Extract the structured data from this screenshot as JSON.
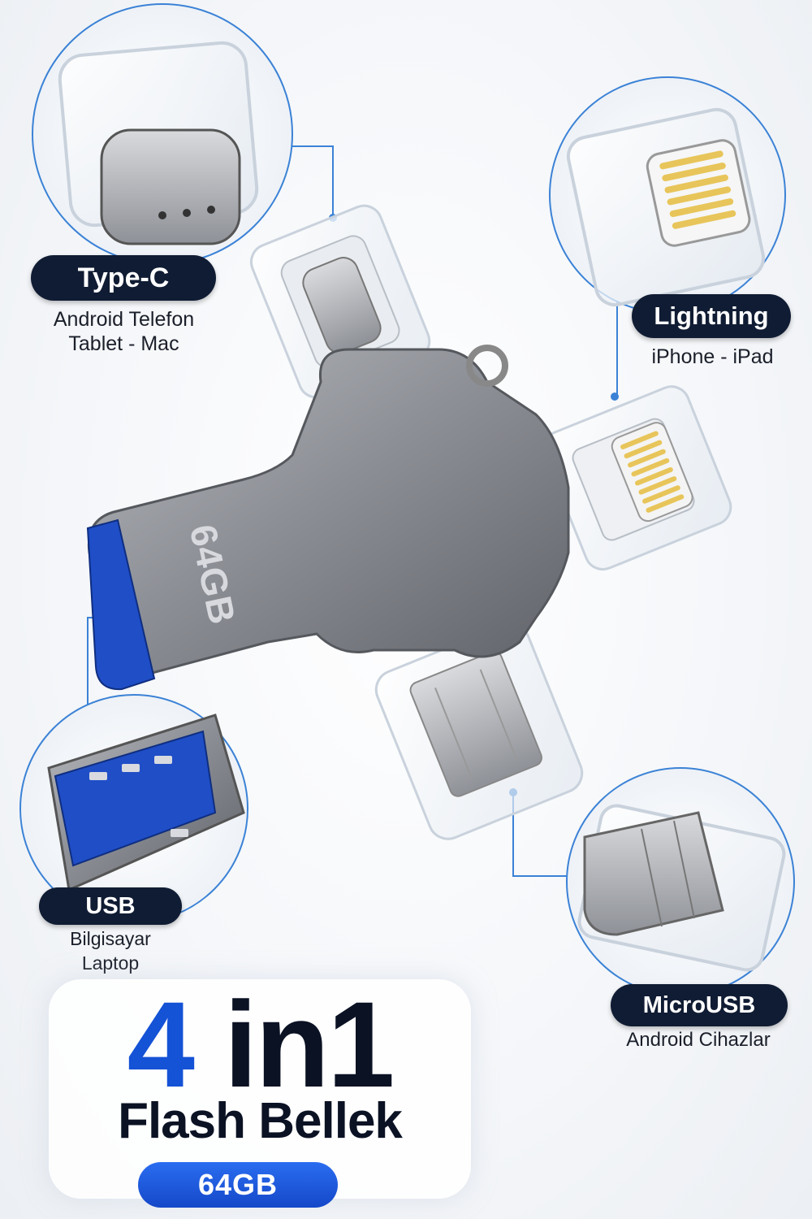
{
  "labels": {
    "typec": {
      "title": "Type-C",
      "line1": "Android Telefon",
      "line2": "Tablet - Mac"
    },
    "lightning": {
      "title": "Lightning",
      "line1": "iPhone - iPad"
    },
    "usb": {
      "title": "USB",
      "line1": "Bilgisayar",
      "line2": "Laptop"
    },
    "microusb": {
      "title": "MicroUSB",
      "line1": "Android Cihazlar"
    }
  },
  "device": {
    "engraving": "64GB"
  },
  "promo": {
    "number": "4",
    "in_one": "in1",
    "subtitle": "Flash Bellek",
    "capacity": "64GB"
  },
  "colors": {
    "accent_blue": "#1452d6",
    "pill_dark": "#101c33",
    "connector_line": "#3b82d6",
    "metal": "#8a8d93",
    "lightning_gold": "#e8c55a"
  }
}
